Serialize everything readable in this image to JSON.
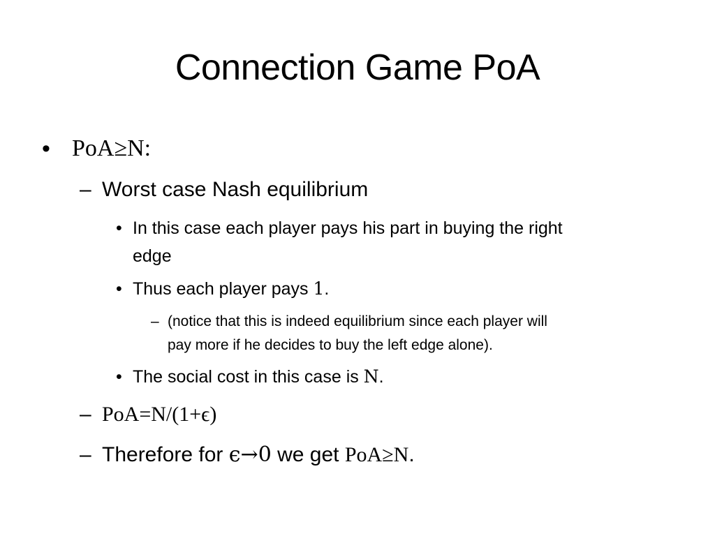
{
  "slide": {
    "title": "Connection Game PoA",
    "level1": {
      "bullet": "•",
      "text": "PoA≥N:"
    },
    "level2_a": {
      "bullet": "–",
      "text": "Worst case Nash equilibrium"
    },
    "level3_a": {
      "bullet": "•",
      "line1": "In this case each player pays his part in buying the right",
      "line2": "edge"
    },
    "level3_b": {
      "bullet": "•",
      "text_before": "Thus each player pays ",
      "math": "1",
      "text_after": "."
    },
    "level4_a": {
      "bullet": "–",
      "line1": "(notice that this is indeed equilibrium since each player will",
      "line2": "pay more if he decides to buy the left edge alone)."
    },
    "level3_c": {
      "bullet": "•",
      "text_before": "The social cost in this case is ",
      "math": "N",
      "text_after": "."
    },
    "level2_b": {
      "bullet": "–",
      "math": "PoA=N/(1+ϵ)"
    },
    "level2_c": {
      "bullet": "–",
      "text_before": "Therefore for ",
      "math1": "ϵ→0",
      "text_middle": " we get ",
      "math2": "PoA≥N",
      "text_after": "."
    }
  }
}
